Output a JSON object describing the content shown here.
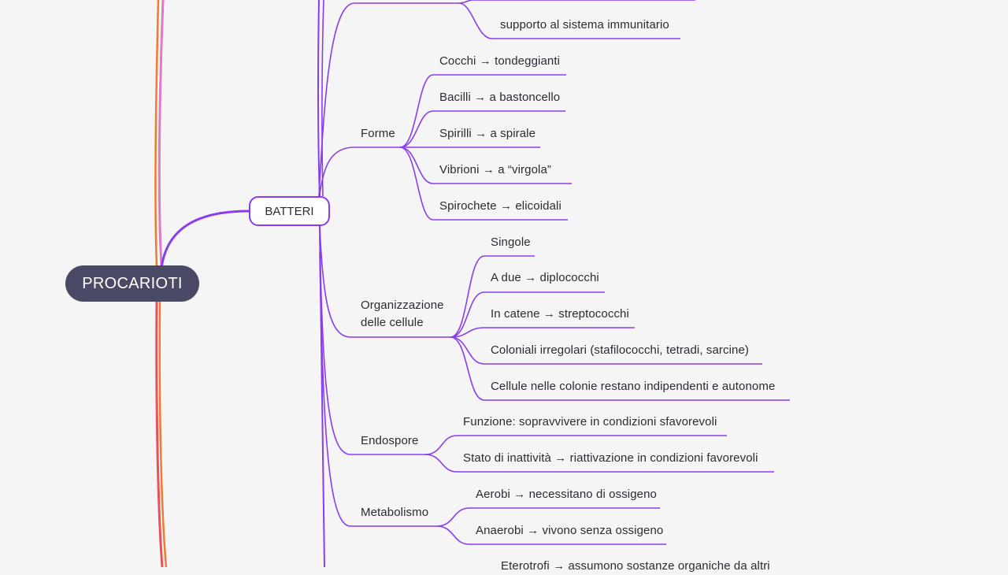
{
  "colors": {
    "background": "#f5f5f5",
    "root_fill": "#4a4a66",
    "branch": "#8a3df0",
    "left_pink": "#e27ac2",
    "left_orange": "#f07a2e",
    "left_red": "#e8505b"
  },
  "root": {
    "label": "PROCARIOTI"
  },
  "main": {
    "label": "BATTERI"
  },
  "top_partial": {
    "item": "supporto al sistema immunitario"
  },
  "forme": {
    "label": "Forme",
    "items": [
      "Cocchi → tondeggianti",
      "Bacilli → a bastoncello",
      "Spirilli → a spirale",
      "Vibrioni → a “virgola”",
      "Spirochete → elicoidali"
    ]
  },
  "organizzazione": {
    "label_line1": "Organizzazione",
    "label_line2": "delle cellule",
    "items": [
      "Singole",
      "A due → diplococchi",
      "In catene → streptococchi",
      "Coloniali irregolari (stafilococchi, tetradi, sarcine)",
      "Cellule nelle colonie restano indipendenti e autonome"
    ]
  },
  "endospore": {
    "label": "Endospore",
    "items": [
      "Funzione: sopravvivere in condizioni sfavorevoli",
      "Stato di inattività → riattivazione in condizioni favorevoli"
    ]
  },
  "metabolismo": {
    "label": "Metabolismo",
    "items": [
      "Aerobi → necessitano di ossigeno",
      "Anaerobi → vivono senza ossigeno"
    ]
  },
  "bottom_partial": {
    "item": "Eterotrofi → assumono sostanze organiche da altri"
  }
}
